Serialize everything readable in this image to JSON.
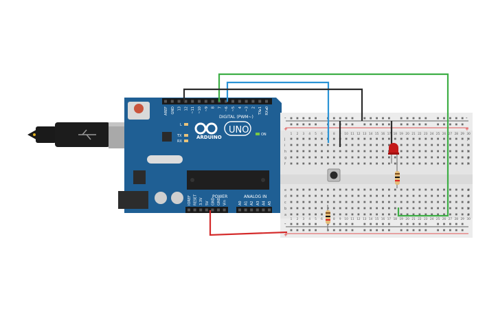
{
  "arduino": {
    "logo": "ARDUINO",
    "model": "UNO",
    "digital_label": "DIGITAL (PWM~)",
    "power_label": "POWER",
    "analog_label": "ANALOG IN",
    "on_label": "ON",
    "led_labels": [
      "L",
      "TX",
      "RX"
    ],
    "digital_pins": [
      "AREF",
      "GND",
      "13",
      "12",
      "~11",
      "~10",
      "~9",
      "8",
      "7",
      "~6",
      "~5",
      "4",
      "~3",
      "2",
      "TX▸1",
      "RX◂0"
    ],
    "power_pins": [
      "IOREF",
      "RESET",
      "3.3V",
      "5V",
      "GND",
      "GND",
      "Vin"
    ],
    "analog_pins": [
      "A0",
      "A1",
      "A2",
      "A3",
      "A4",
      "A5"
    ]
  },
  "breadboard": {
    "row_letters_top": [
      "j",
      "i",
      "h",
      "g",
      "f"
    ],
    "row_letters_bottom": [
      "e",
      "d",
      "c",
      "b",
      "a"
    ],
    "column_numbers": [
      "1",
      "2",
      "3",
      "4",
      "5",
      "6",
      "7",
      "8",
      "9",
      "10",
      "11",
      "12",
      "13",
      "14",
      "15",
      "16",
      "17",
      "18",
      "19",
      "20",
      "21",
      "22",
      "23",
      "24",
      "25",
      "26",
      "27",
      "28",
      "29",
      "30"
    ],
    "rail_minus": "-",
    "rail_plus": "+"
  },
  "colors": {
    "board": "#1f5f94",
    "wire_black": "#2b2b2b",
    "wire_blue": "#2a93d5",
    "wire_green": "#3dae45",
    "wire_red": "#d42a2a",
    "led": "#c41a1a"
  },
  "components": {
    "usb_cable": "usb-cable",
    "pushbutton": "pushbutton",
    "resistor_pulldown": "resistor",
    "resistor_led": "resistor",
    "led": "led-red"
  }
}
